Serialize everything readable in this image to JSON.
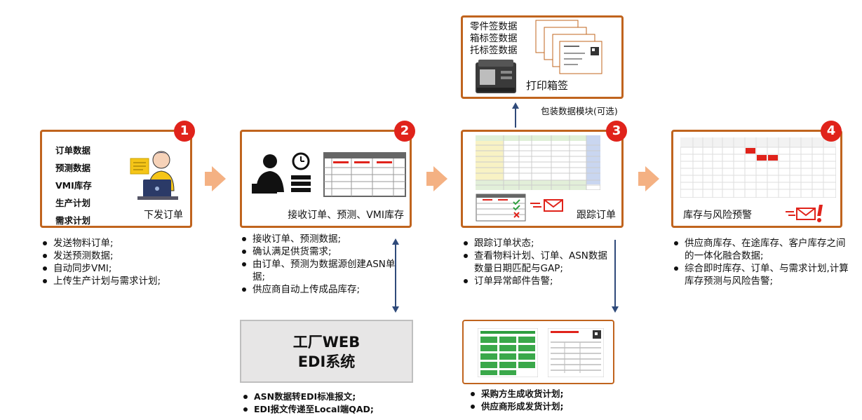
{
  "step1": {
    "number": "1",
    "list": [
      "订单数据",
      "预测数据",
      "VMI库存",
      "生产计划",
      "需求计划"
    ],
    "caption": "下发订单",
    "bullets": [
      "发送物料订单;",
      "发送预测数据;",
      "自动同步VMI;",
      "上传生产计划与需求计划;"
    ]
  },
  "step2": {
    "number": "2",
    "caption": "接收订单、预测、VMI库存",
    "bullets": [
      "接收订单、预测数据;",
      "确认满足供货需求;",
      "由订单、预测为数据源创建ASN单据;",
      "供应商自动上传成品库存;"
    ]
  },
  "step3": {
    "number": "3",
    "caption": "跟踪订单",
    "bullets": [
      "跟踪订单状态;",
      "查看物料计划、订单、ASN数据数量日期匹配与GAP;",
      "订单异常邮件告警;"
    ]
  },
  "step4": {
    "number": "4",
    "caption": "库存与风险预警",
    "bullets": [
      "供应商库存、在途库存、客户库存之间的一体化融合数据;",
      "综合即时库存、订单、与需求计划,计算库存预测与风险告警;"
    ]
  },
  "print": {
    "list": [
      "零件签数据",
      "箱标签数据",
      "托标签数据"
    ],
    "caption": "打印箱签",
    "module_label": "包装数据模块(可选)"
  },
  "edi": {
    "title_line1": "工厂WEB",
    "title_line2": "EDI系统",
    "bullets": [
      "ASN数据转EDI标准报文;",
      "EDI报文传递至Local端QAD;"
    ]
  },
  "plan": {
    "bullets": [
      "采购方生成收货计划;",
      "供应商形成发货计划;"
    ]
  },
  "colors": {
    "card_border": "#c0641e",
    "badge": "#e0231b",
    "arrow": "#f4b183",
    "connector": "#2f4a7a",
    "edi_fill": "#e7e6e6"
  }
}
